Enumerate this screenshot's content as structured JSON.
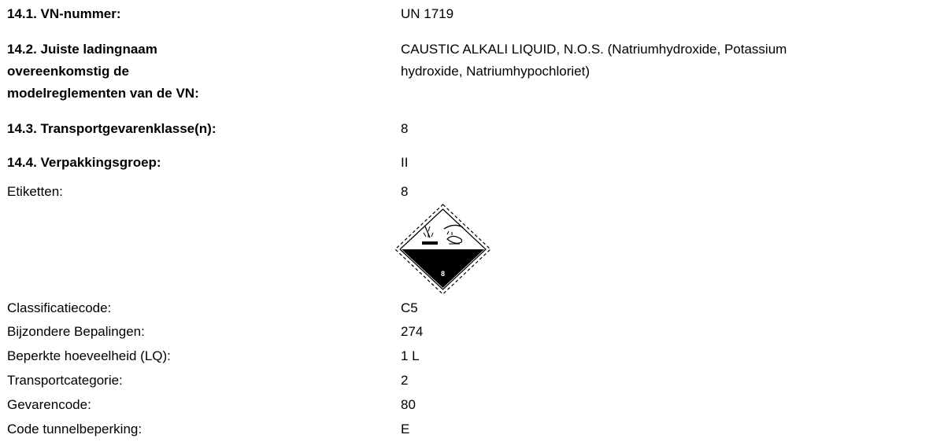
{
  "section14": {
    "un_number": {
      "label": "14.1. VN-nummer:",
      "value": "UN 1719"
    },
    "shipping_name": {
      "label_lines": [
        "14.2. Juiste ladingnaam",
        "overeenkomstig de",
        "modelreglementen van de VN:"
      ],
      "value_lines": [
        "CAUSTIC ALKALI LIQUID, N.O.S. (Natriumhydroxide, Potassium",
        "hydroxide, Natriumhypochloriet)"
      ]
    },
    "hazard_class": {
      "label": "14.3. Transportgevarenklasse(n):",
      "value": "8"
    },
    "packing_group": {
      "label": "14.4. Verpakkingsgroep:",
      "value": "II"
    },
    "labels": {
      "label": "Etiketten:",
      "value": "8"
    },
    "hazard_label": {
      "number": "8",
      "icon": "corrosive-hazard-diamond-icon"
    },
    "details": [
      {
        "label": "Classificatiecode:",
        "value": "C5"
      },
      {
        "label": "Bijzondere Bepalingen:",
        "value": "274"
      },
      {
        "label": "Beperkte hoeveelheid (LQ):",
        "value": "1 L"
      },
      {
        "label": "Transportcategorie:",
        "value": "2"
      },
      {
        "label": "Gevarencode:",
        "value": "80"
      },
      {
        "label": "Code tunnelbeperking:",
        "value": "E"
      }
    ]
  }
}
